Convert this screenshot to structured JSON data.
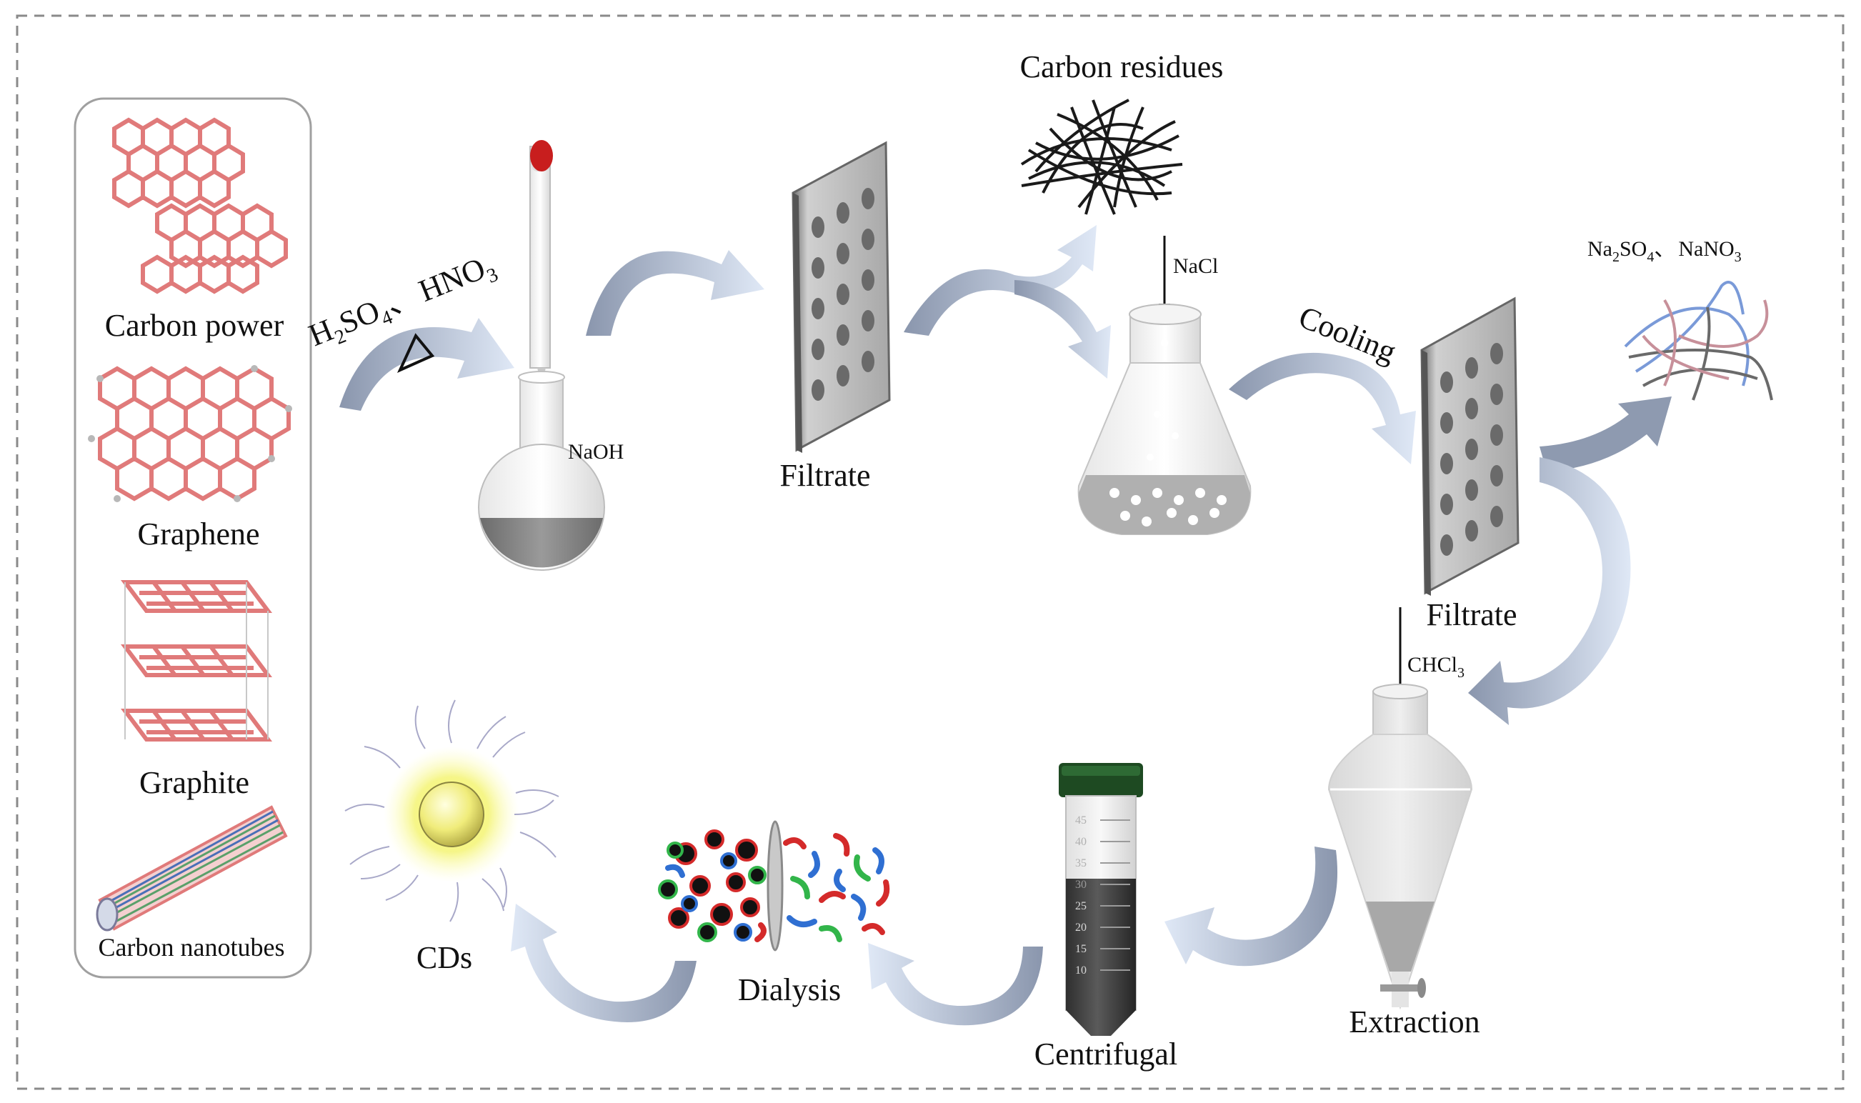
{
  "materials": {
    "carbon_power": "Carbon power",
    "graphene": "Graphene",
    "graphite": "Graphite",
    "carbon_nanotubes": "Carbon  nanotubes"
  },
  "reagents": {
    "acid_1": "H",
    "acid_1_sub": "2",
    "acid_2": "SO",
    "acid_2_sub": "4",
    "acid_sep": "、",
    "acid_3": "HNO",
    "acid_3_sub": "3",
    "naoh": "NaOH",
    "nacl": "NaCl",
    "chcl3": "CHCl",
    "chcl3_sub": "3",
    "salt_1": "Na",
    "salt_1_sub": "2",
    "salt_2": "SO",
    "salt_2_sub": "4",
    "salt_sep": "、",
    "salt_3": "NaNO",
    "salt_3_sub": "3"
  },
  "steps": {
    "filtrate_1": "Filtrate",
    "carbon_residues": "Carbon residues",
    "cooling": "Cooling",
    "filtrate_2": "Filtrate",
    "extraction": "Extraction",
    "centrifugal": "Centrifugal",
    "dialysis": "Dialysis",
    "cds": "CDs"
  },
  "tube_scale": [
    "45",
    "40",
    "35",
    "30",
    "25",
    "20",
    "15",
    "10"
  ],
  "colors": {
    "arrow": "#c9d8ee",
    "arrow_dark": "#8e9ab0",
    "lattice": "#e07a7a",
    "node": "#b8b8b8",
    "panel": "#8c8c8c",
    "glow": "#f2f25a",
    "dialysis_red": "#d42a2a",
    "dialysis_green": "#32b54a",
    "dialysis_blue": "#2f6fd2"
  }
}
